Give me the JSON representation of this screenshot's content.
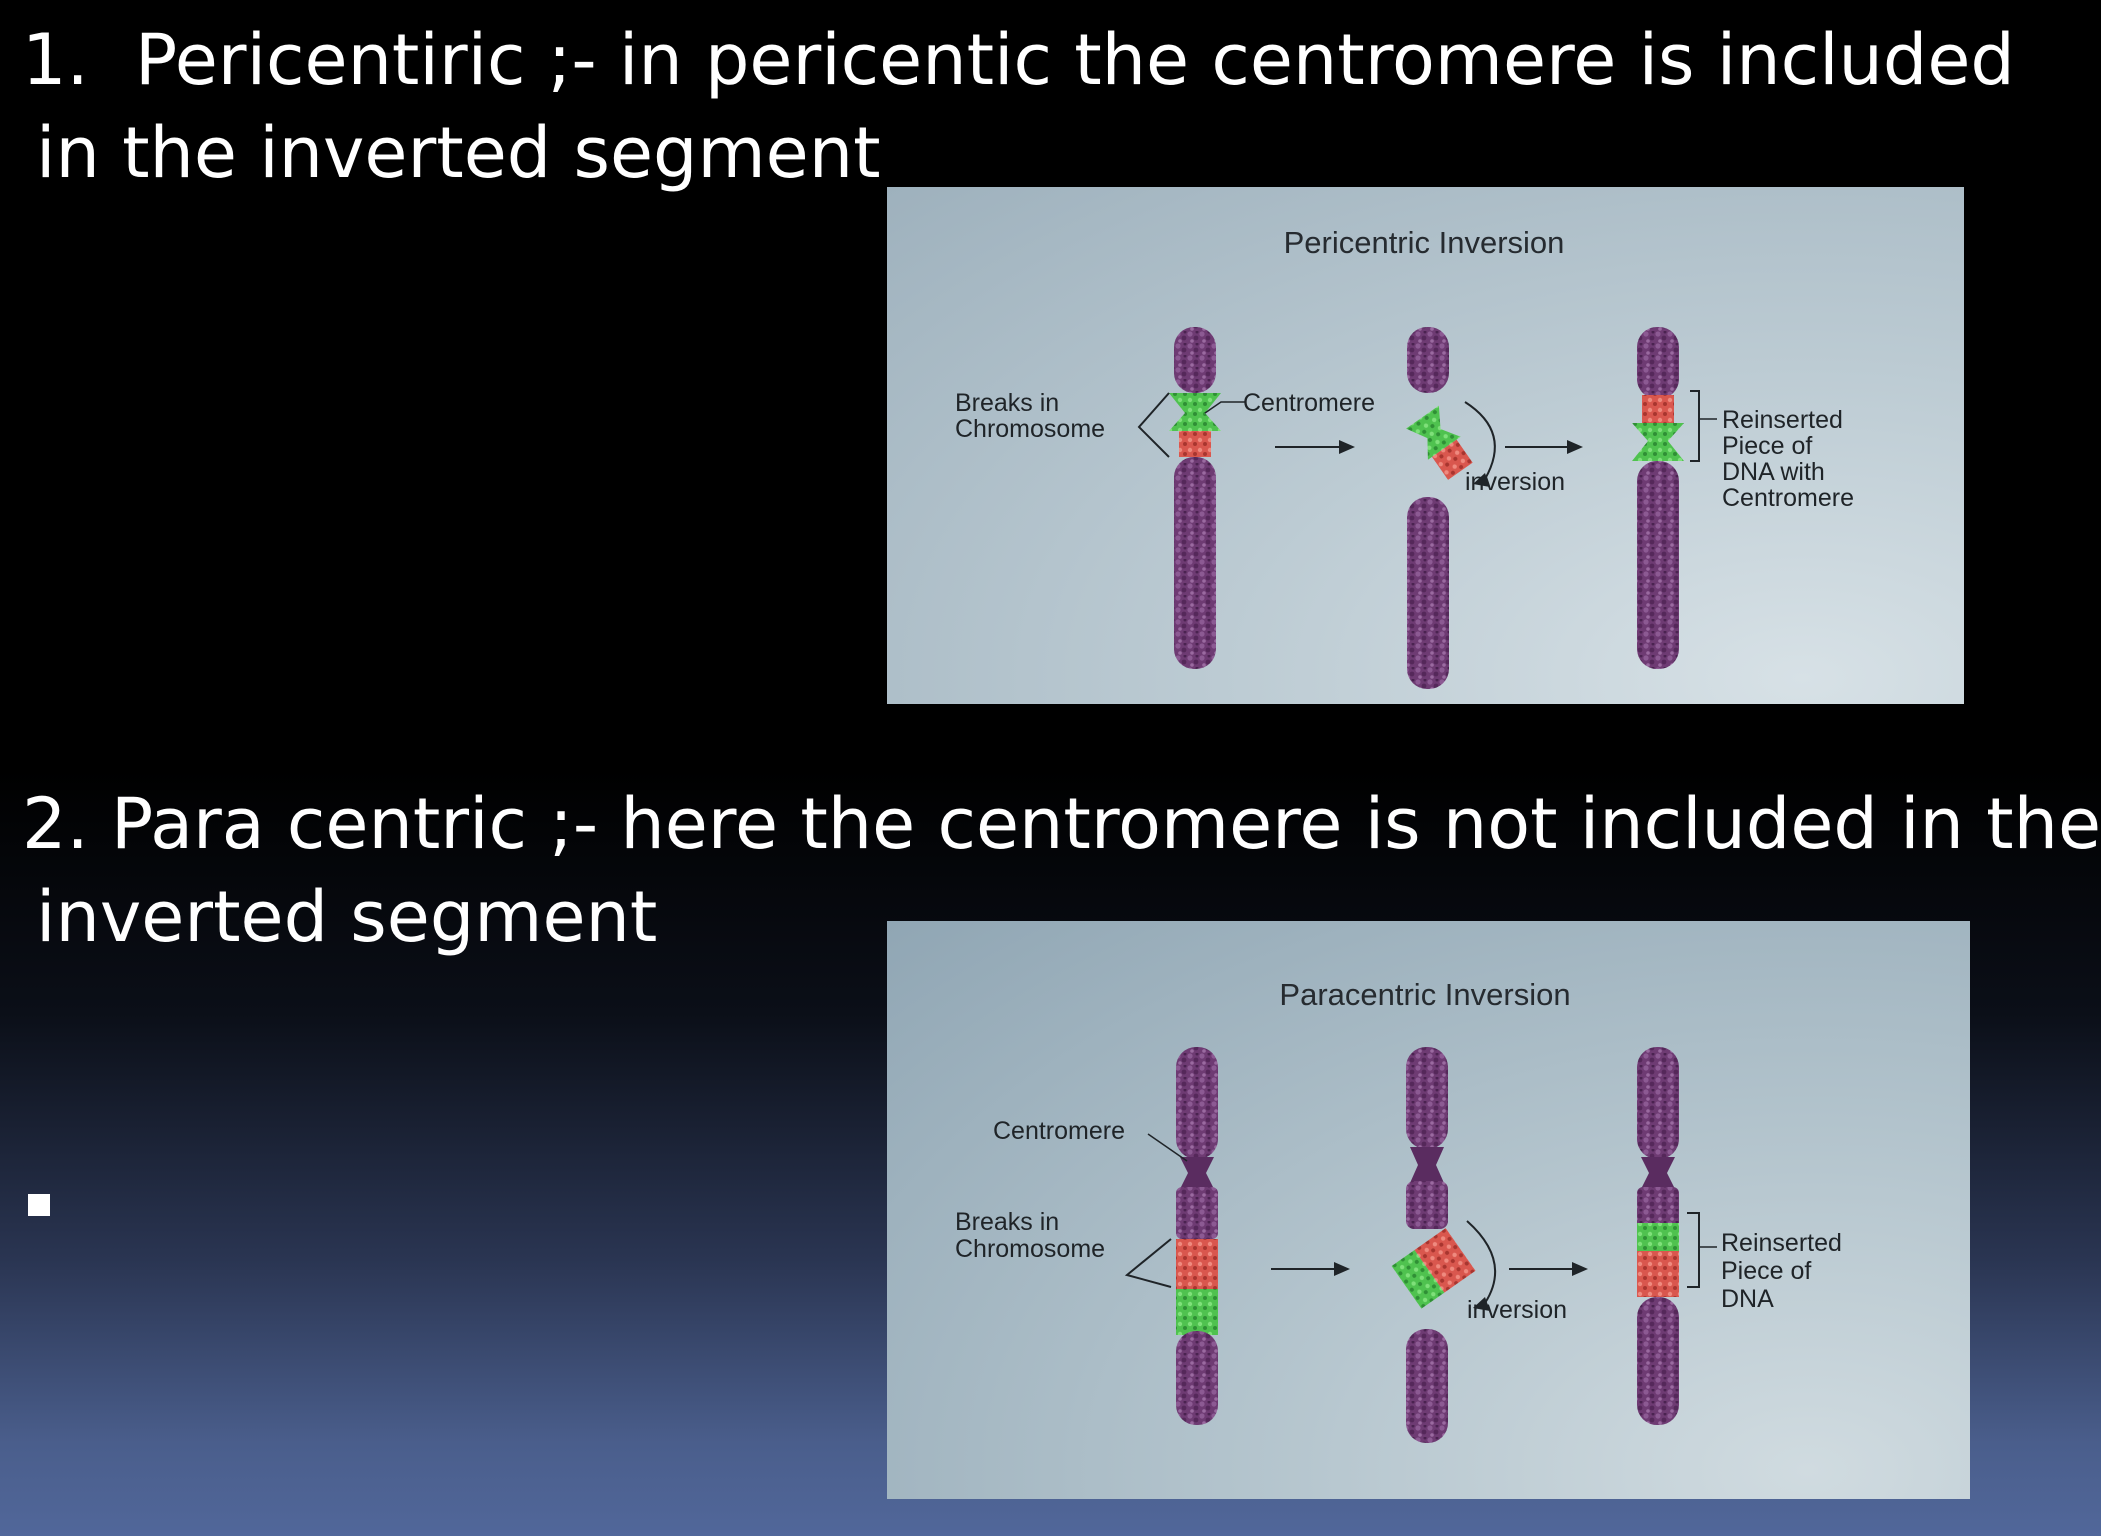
{
  "point1": {
    "number": "1.",
    "line1": "Pericentiric ;-  in pericentic  the centromere is included",
    "line2": "in the inverted segment"
  },
  "point2": {
    "line1": "2. Para centric ;- here the centromere is not included in the",
    "line2": "inverted segment"
  },
  "bullet": "square",
  "diagram1": {
    "title": "Pericentric Inversion",
    "breaks_label": [
      "Breaks in",
      "Chromosome"
    ],
    "centromere_label": "Centromere",
    "inversion_label": "inversion",
    "reinserted_label": [
      "Reinserted",
      "Piece of",
      "DNA with",
      "Centromere"
    ]
  },
  "diagram2": {
    "title": "Paracentric Inversion",
    "centromere_label": "Centromere",
    "breaks_label": [
      "Breaks in",
      "Chromosome"
    ],
    "inversion_label": "inversion",
    "reinserted_label": [
      "Reinserted",
      "Piece of",
      "DNA"
    ]
  },
  "colors": {
    "chromosome": "#6e3b73",
    "green_band": "#4fc24f",
    "red_band": "#d9574e"
  }
}
